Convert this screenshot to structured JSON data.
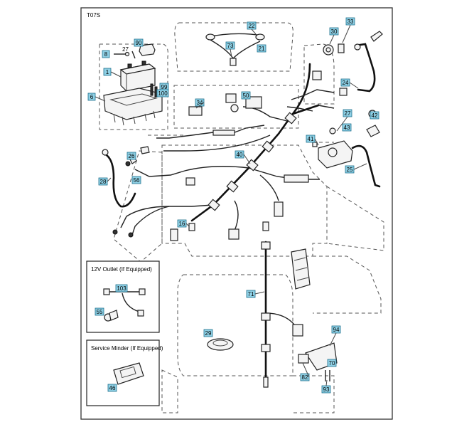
{
  "diagram": {
    "code": "T07S",
    "callouts": {
      "c1": "1",
      "c6": "6",
      "c8": "8",
      "c16": "16",
      "c21": "21",
      "c22": "22",
      "c24": "24",
      "c25": "25",
      "c26": "26",
      "c27": "27",
      "c28": "28",
      "c29": "29",
      "c30": "30",
      "c33": "33",
      "c34": "34",
      "c40": "40",
      "c41": "41",
      "c42": "42",
      "c43": "43",
      "c46": "46",
      "c50": "50",
      "c55": "55",
      "c56": "56",
      "c70": "70",
      "c71": "71",
      "c73": "73",
      "c82": "82",
      "c90": "90",
      "c93": "93",
      "c94": "94",
      "c99": "99",
      "c100": "100",
      "c103": "103"
    },
    "plain_label_27": "27",
    "inset_outlet_title": "12V Outlet (If Equipped)",
    "inset_minder_title": "Service Minder (If Equipped)"
  }
}
